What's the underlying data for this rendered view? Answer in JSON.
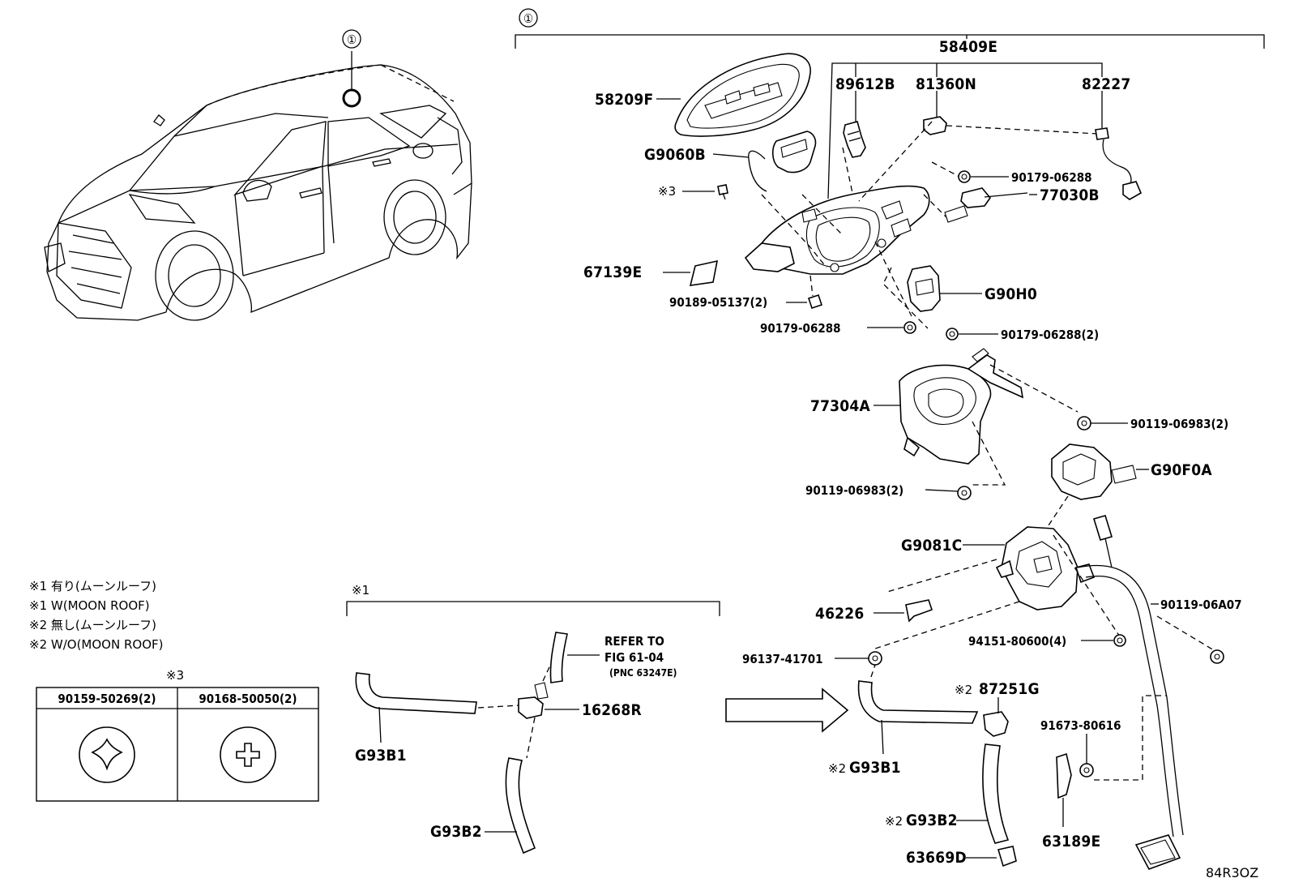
{
  "callout": "①",
  "assembly": {
    "part_number": "58409E"
  },
  "parts": {
    "p58209F": "58209F",
    "pG9060B": "G9060B",
    "p89612B": "89612B",
    "p81360N": "81360N",
    "p82227": "82227",
    "p90179_06288_a": "90179-06288",
    "p77030B": "77030B",
    "note3_mark": "※3",
    "p67139E": "67139E",
    "p90189_05137": "90189-05137(2)",
    "pG90H0": "G90H0",
    "p90179_06288_b": "90179-06288",
    "p90179_06288_c": "90179-06288(2)",
    "p77304A": "77304A",
    "p90119_06983_a": "90119-06983(2)",
    "pG90F0A": "G90F0A",
    "p90119_06983_b": "90119-06983(2)",
    "pG9081C": "G9081C",
    "p46226": "46226",
    "p90119_06A07": "90119-06A07",
    "p94151_80600": "94151-80600(4)",
    "p96137_41701": "96137-41701",
    "p87251G": "87251G",
    "p87251G_mark": "※2",
    "p16268R": "16268R",
    "pG93B1_left": "G93B1",
    "pG93B2_left": "G93B2",
    "pG93B1_right": "G93B1",
    "pG93B1_right_mark": "※2",
    "pG93B2_right": "G93B2",
    "pG93B2_right_mark": "※2",
    "p91673_80616": "91673-80616",
    "p63189E": "63189E",
    "p63669D": "63669D"
  },
  "refer": {
    "line1": "REFER TO",
    "line2": "FIG 61-04",
    "line3": "(PNC 63247E)"
  },
  "bracket1_label": "※1",
  "notes": [
    "※1 有り(ムーンルーフ)",
    "※1 W(MOON ROOF)",
    "※2 無し(ムーンルーフ)",
    "※2 W/O(MOON ROOF)"
  ],
  "screw_table": {
    "title": "※3",
    "headers": [
      "90159-50269(2)",
      "90168-50050(2)"
    ]
  },
  "figure_code": "84R3OZ"
}
